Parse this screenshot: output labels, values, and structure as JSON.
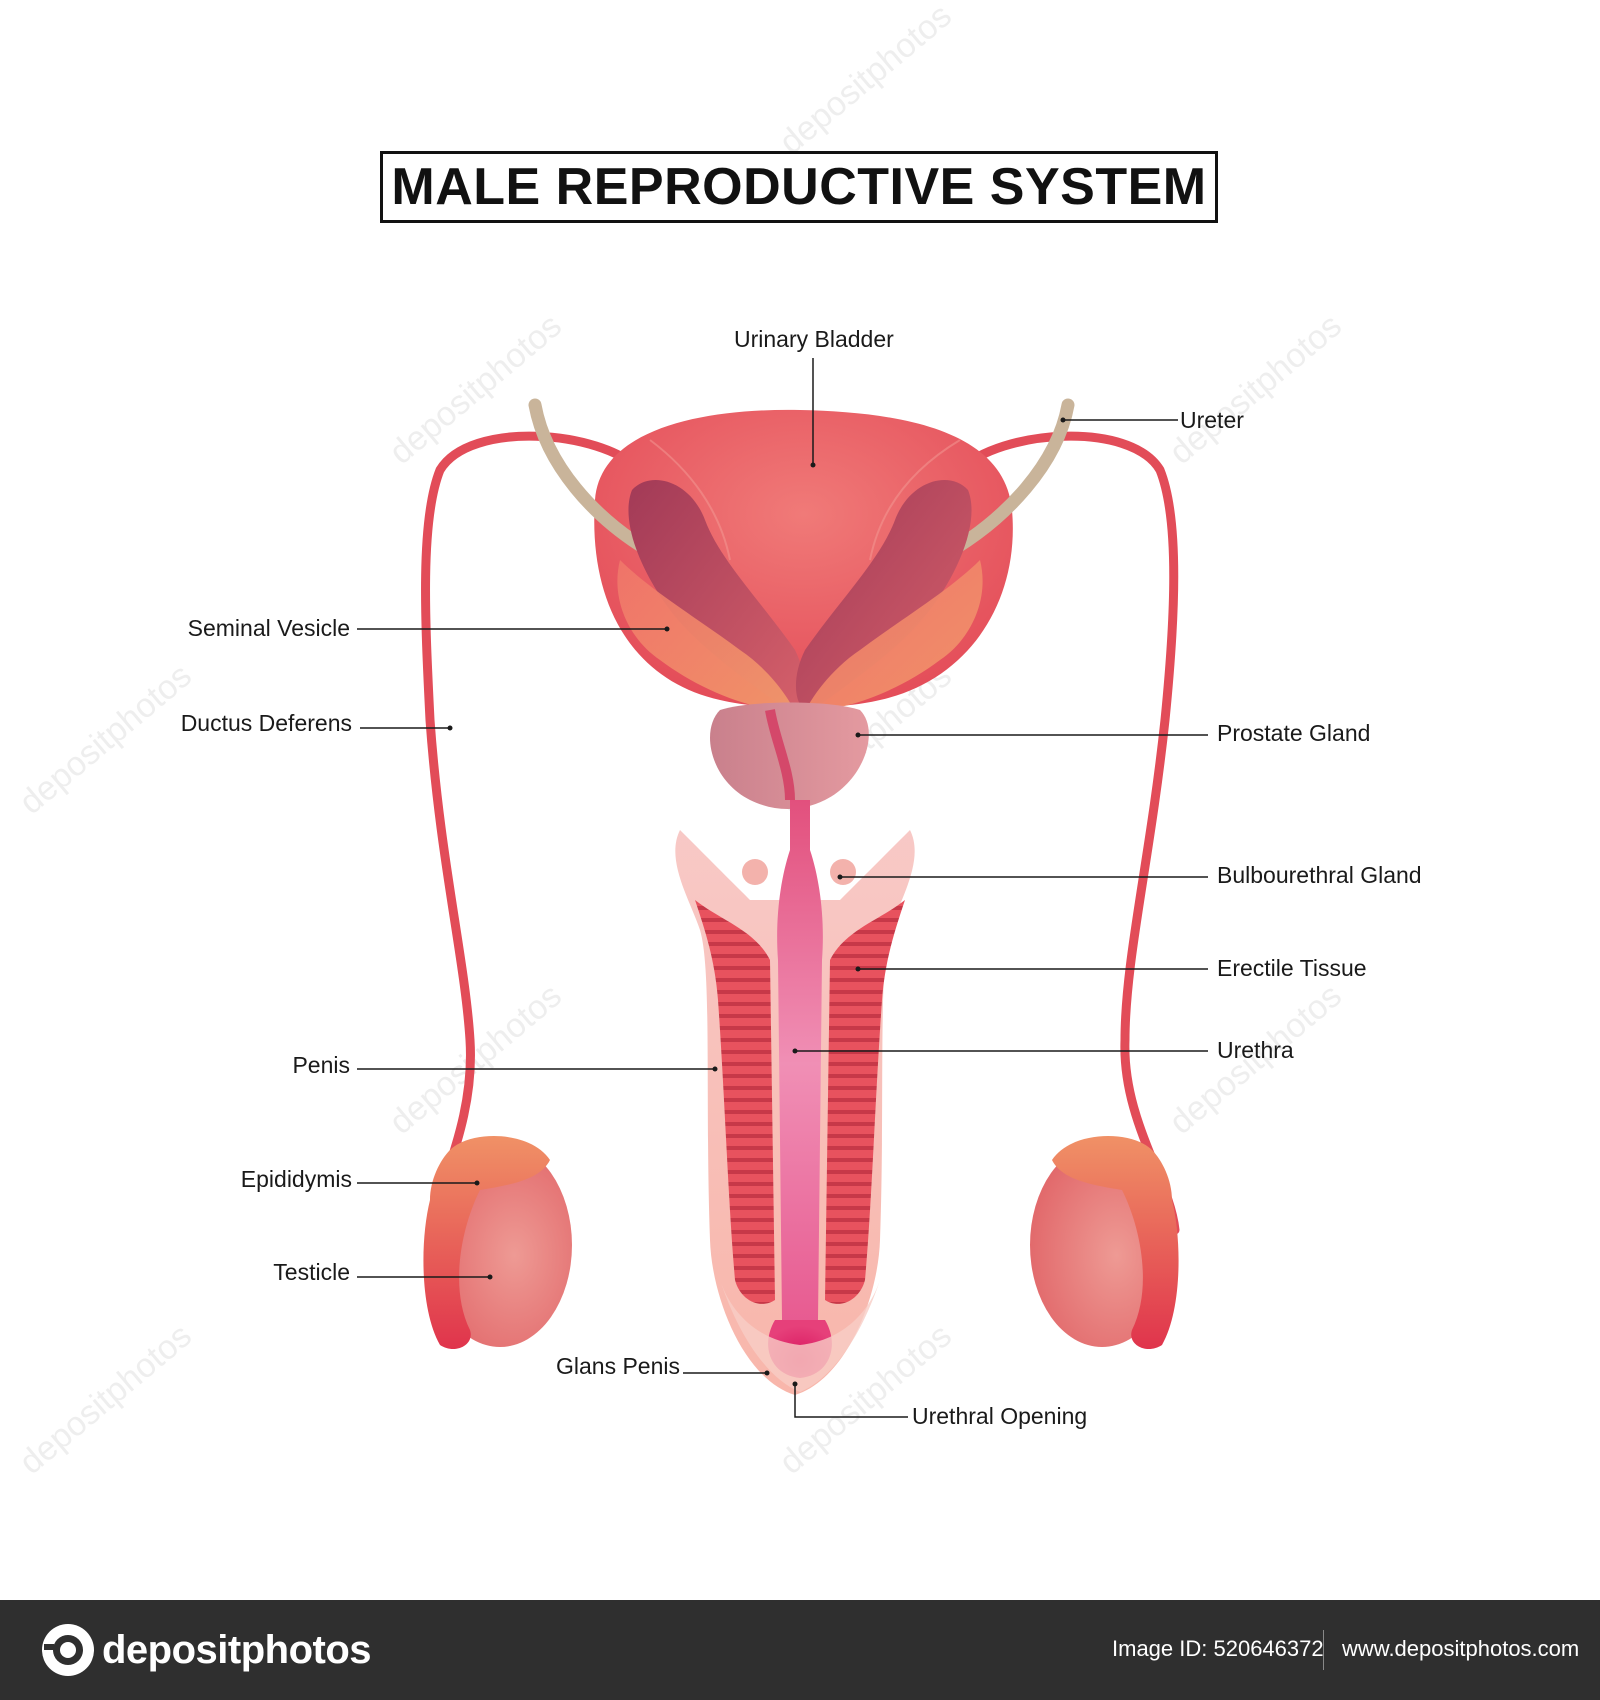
{
  "title": "MALE REPRODUCTIVE SYSTEM",
  "labels": {
    "urinary_bladder": "Urinary Bladder",
    "ureter": "Ureter",
    "seminal_vesicle": "Seminal Vesicle",
    "ductus_deferens": "Ductus Deferens",
    "prostate_gland": "Prostate Gland",
    "bulbourethral_gland": "Bulbourethral Gland",
    "erectile_tissue": "Erectile Tissue",
    "urethra": "Urethra",
    "penis": "Penis",
    "epididymis": "Epididymis",
    "testicle": "Testicle",
    "glans_penis": "Glans Penis",
    "urethral_opening": "Urethral Opening"
  },
  "watermark": "depositphotos",
  "footer": {
    "brand": "depositphotos",
    "image_id": "Image ID: 520646372",
    "site": "www.depositphotos.com"
  },
  "colors": {
    "bladder": "#e8545e",
    "duct": "#e8505a",
    "ureter": "#c9b49a",
    "vesicle": "#a83a55",
    "urethra_pink": "#e95a8e",
    "footer_bg": "#2f2f2f"
  }
}
